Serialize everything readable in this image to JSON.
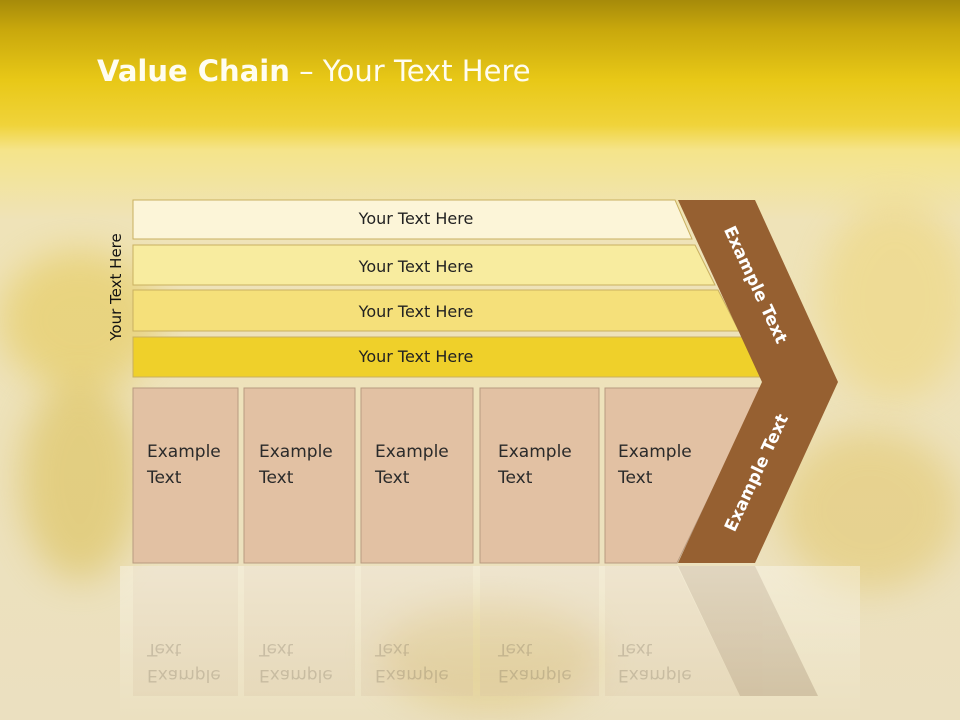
{
  "title": {
    "bold": "Value Chain",
    "rest": " – Your Text Here"
  },
  "side_label": "Your Text Here",
  "rows": [
    {
      "label": "Your Text Here",
      "color": "#fcf5d8"
    },
    {
      "label": "Your Text Here",
      "color": "#f8ec9f"
    },
    {
      "label": "Your Text Here",
      "color": "#f5e07a"
    },
    {
      "label": "Your Text Here",
      "color": "#efd02a"
    }
  ],
  "cells": [
    {
      "line1": "Example",
      "line2": "Text"
    },
    {
      "line1": "Example",
      "line2": "Text"
    },
    {
      "line1": "Example",
      "line2": "Text"
    },
    {
      "line1": "Example",
      "line2": "Text"
    },
    {
      "line1": "Example",
      "line2": "Text"
    }
  ],
  "chevron": {
    "upper": "Example Text",
    "lower": "Example Text",
    "color": "#966031"
  },
  "cell_color": "#e2c1a3"
}
